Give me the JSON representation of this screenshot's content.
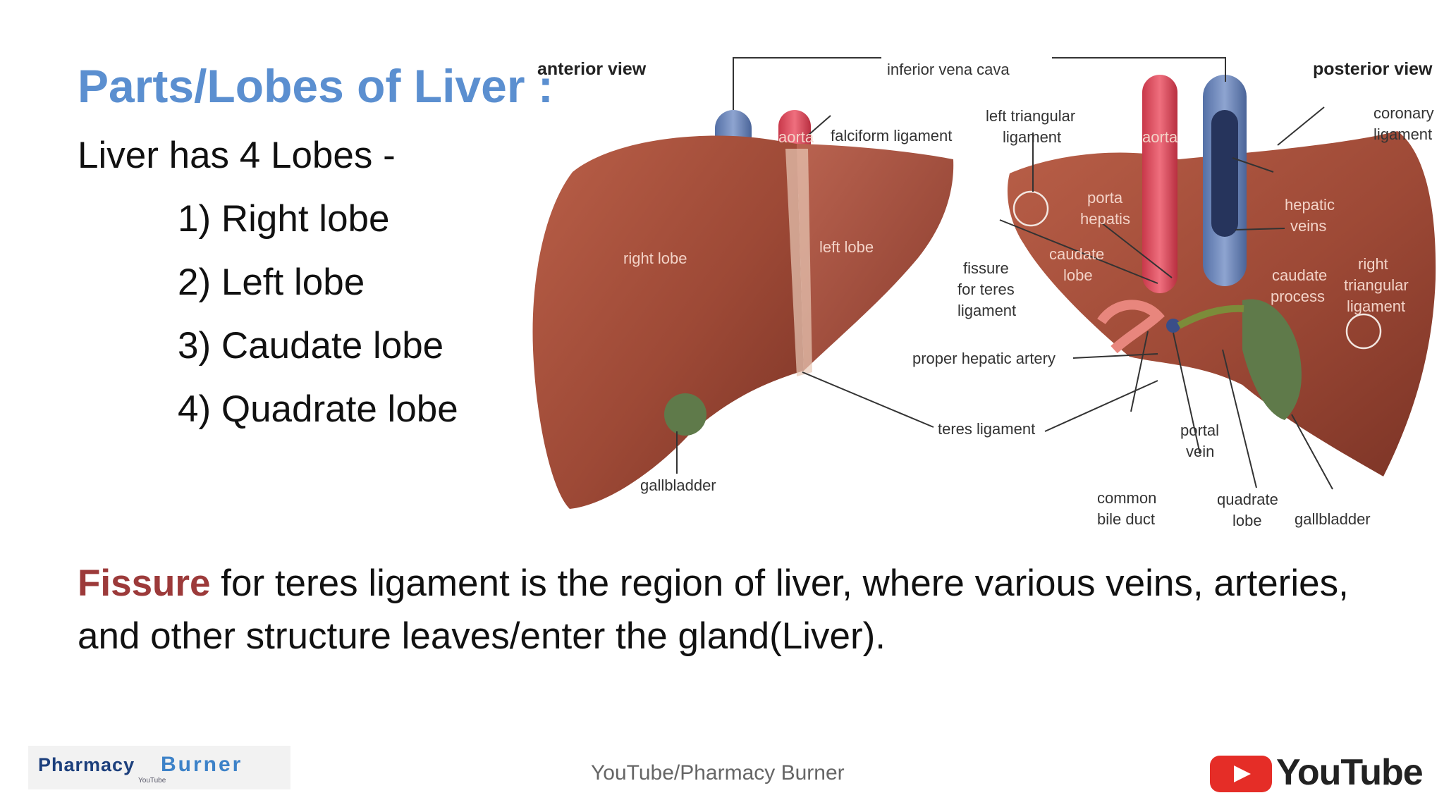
{
  "slide": {
    "title": "Parts/Lobes of Liver :",
    "intro": "Liver has 4 Lobes -",
    "lobes": [
      "1) Right lobe",
      "2) Left lobe",
      "3) Caudate lobe",
      "4) Quadrate lobe"
    ],
    "fissure_highlight": "Fissure",
    "fissure_rest": " for teres ligament is the region of liver, where various veins, arteries, and other structure leaves/enter the gland(Liver).",
    "highlight_color": "#9c3a3a",
    "title_color": "#5b8fd0"
  },
  "diagram": {
    "anterior_view": "anterior view",
    "posterior_view": "posterior view",
    "inferior_vena_cava": "inferior vena cava",
    "aorta_left": "aorta",
    "falciform_ligament": "falciform ligament",
    "right_lobe": "right lobe",
    "left_lobe": "left lobe",
    "gallbladder_left": "gallbladder",
    "left_triangular_1": "left triangular",
    "left_triangular_2": "ligament",
    "aorta_right": "aorta",
    "porta_1": "porta",
    "porta_2": "hepatis",
    "caudate_lobe_1": "caudate",
    "caudate_lobe_2": "lobe",
    "fissure_1": "fissure",
    "fissure_2": "for teres",
    "fissure_3": "ligament",
    "proper_hepatic_artery": "proper hepatic artery",
    "teres_ligament": "teres ligament",
    "coronary_1": "coronary",
    "coronary_2": "ligament",
    "hepatic_veins_1": "hepatic",
    "hepatic_veins_2": "veins",
    "caudate_process_1": "caudate",
    "caudate_process_2": "process",
    "right_triangular_1": "right",
    "right_triangular_2": "triangular",
    "right_triangular_3": "ligament",
    "portal_vein_1": "portal",
    "portal_vein_2": "vein",
    "common_bile_duct_1": "common",
    "common_bile_duct_2": "bile duct",
    "quadrate_lobe_1": "quadrate",
    "quadrate_lobe_2": "lobe",
    "gallbladder_right": "gallbladder"
  },
  "footer": {
    "logo_word1": "Pharmacy",
    "logo_word2": "Burner",
    "logo_sub": "YouTube",
    "center_text": "YouTube/Pharmacy Burner",
    "youtube_word": "YouTube"
  }
}
